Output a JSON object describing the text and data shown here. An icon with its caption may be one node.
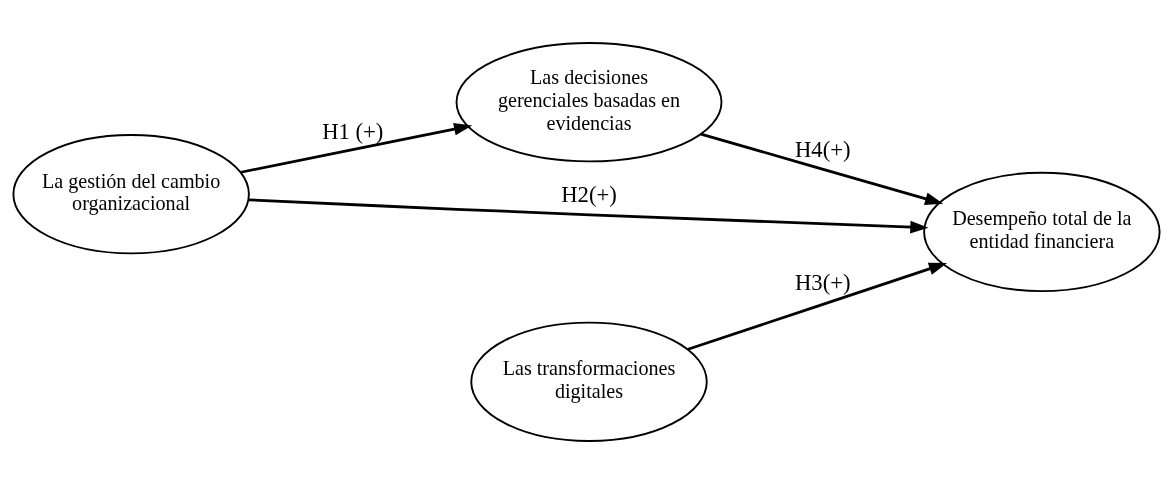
{
  "diagram": {
    "nodes": [
      {
        "text": [
          "La gestión del cambio organizacional"
        ]
      },
      {
        "text": [
          "Las decisiones gerenciales basadas en evidencias"
        ]
      },
      {
        "text": [
          "Las transformaciones digitales"
        ]
      },
      {
        "text": [
          "Desempeño total de la entidad financiera"
        ]
      }
    ],
    "edges": [
      {
        "from": 0,
        "to": 1,
        "arrow": "to",
        "label": "H1 (+)"
      },
      {
        "from": 0,
        "to": 3,
        "arrow": "to",
        "label": "H2(+)"
      },
      {
        "from": 2,
        "to": 3,
        "arrow": "to",
        "label": "H3(+)"
      },
      {
        "from": 1,
        "to": 3,
        "arrow": "to",
        "label": "H4(+)"
      }
    ]
  }
}
